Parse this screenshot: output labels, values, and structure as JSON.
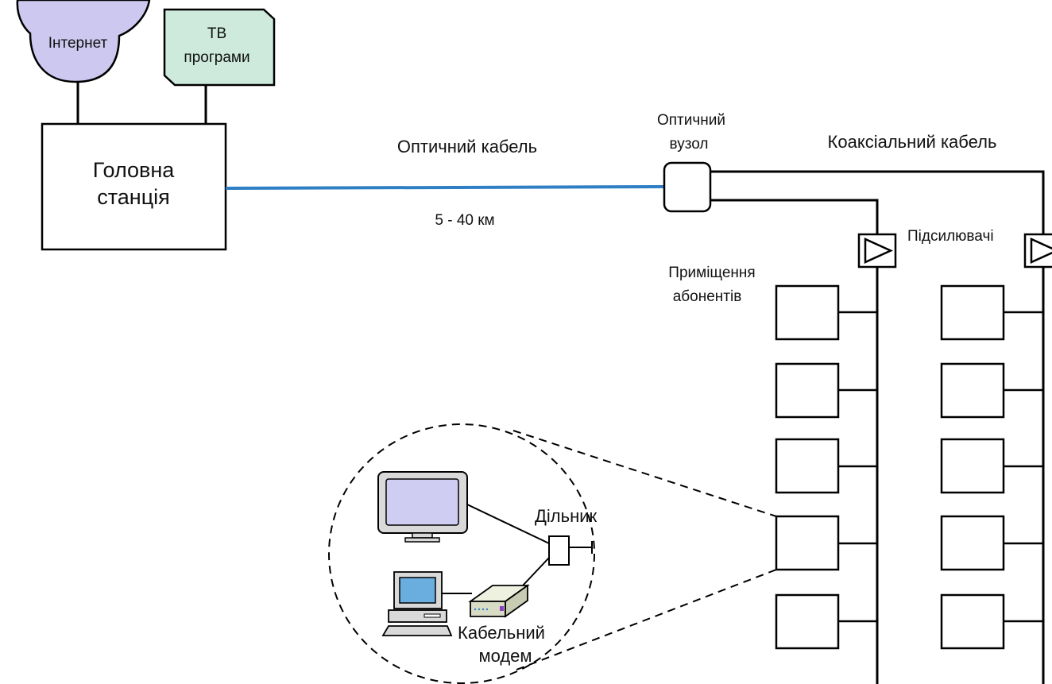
{
  "sources": {
    "internet": "Інтернет",
    "tv_line1": "ТВ",
    "tv_line2": "програми"
  },
  "headend": {
    "line1": "Головна",
    "line2": "станція"
  },
  "fiber": {
    "label": "Оптичний кабель",
    "distance": "5  -  40 км"
  },
  "node": {
    "line1": "Оптичний",
    "line2": "вузол"
  },
  "coax": {
    "label": "Коаксіальний кабель"
  },
  "amplifiers": {
    "label": "Підсилювачі"
  },
  "premises": {
    "line1": "Приміщення",
    "line2": "абонентів"
  },
  "subscriber_detail": {
    "splitter": "Дільник",
    "modem_line1": "Кабельний",
    "modem_line2": "модем"
  },
  "colors": {
    "line": "#000000",
    "fiber": "#2f7fc4",
    "internet_cloud": "#cdc8f0",
    "tv_box": "#cdeadc",
    "tv_screen": "#cfcef2",
    "pc_screen": "#6aaee0",
    "device_gray": "#d9d9d9",
    "modem_body": "#d8dcc4",
    "modem_led": "#8a3fbf"
  }
}
